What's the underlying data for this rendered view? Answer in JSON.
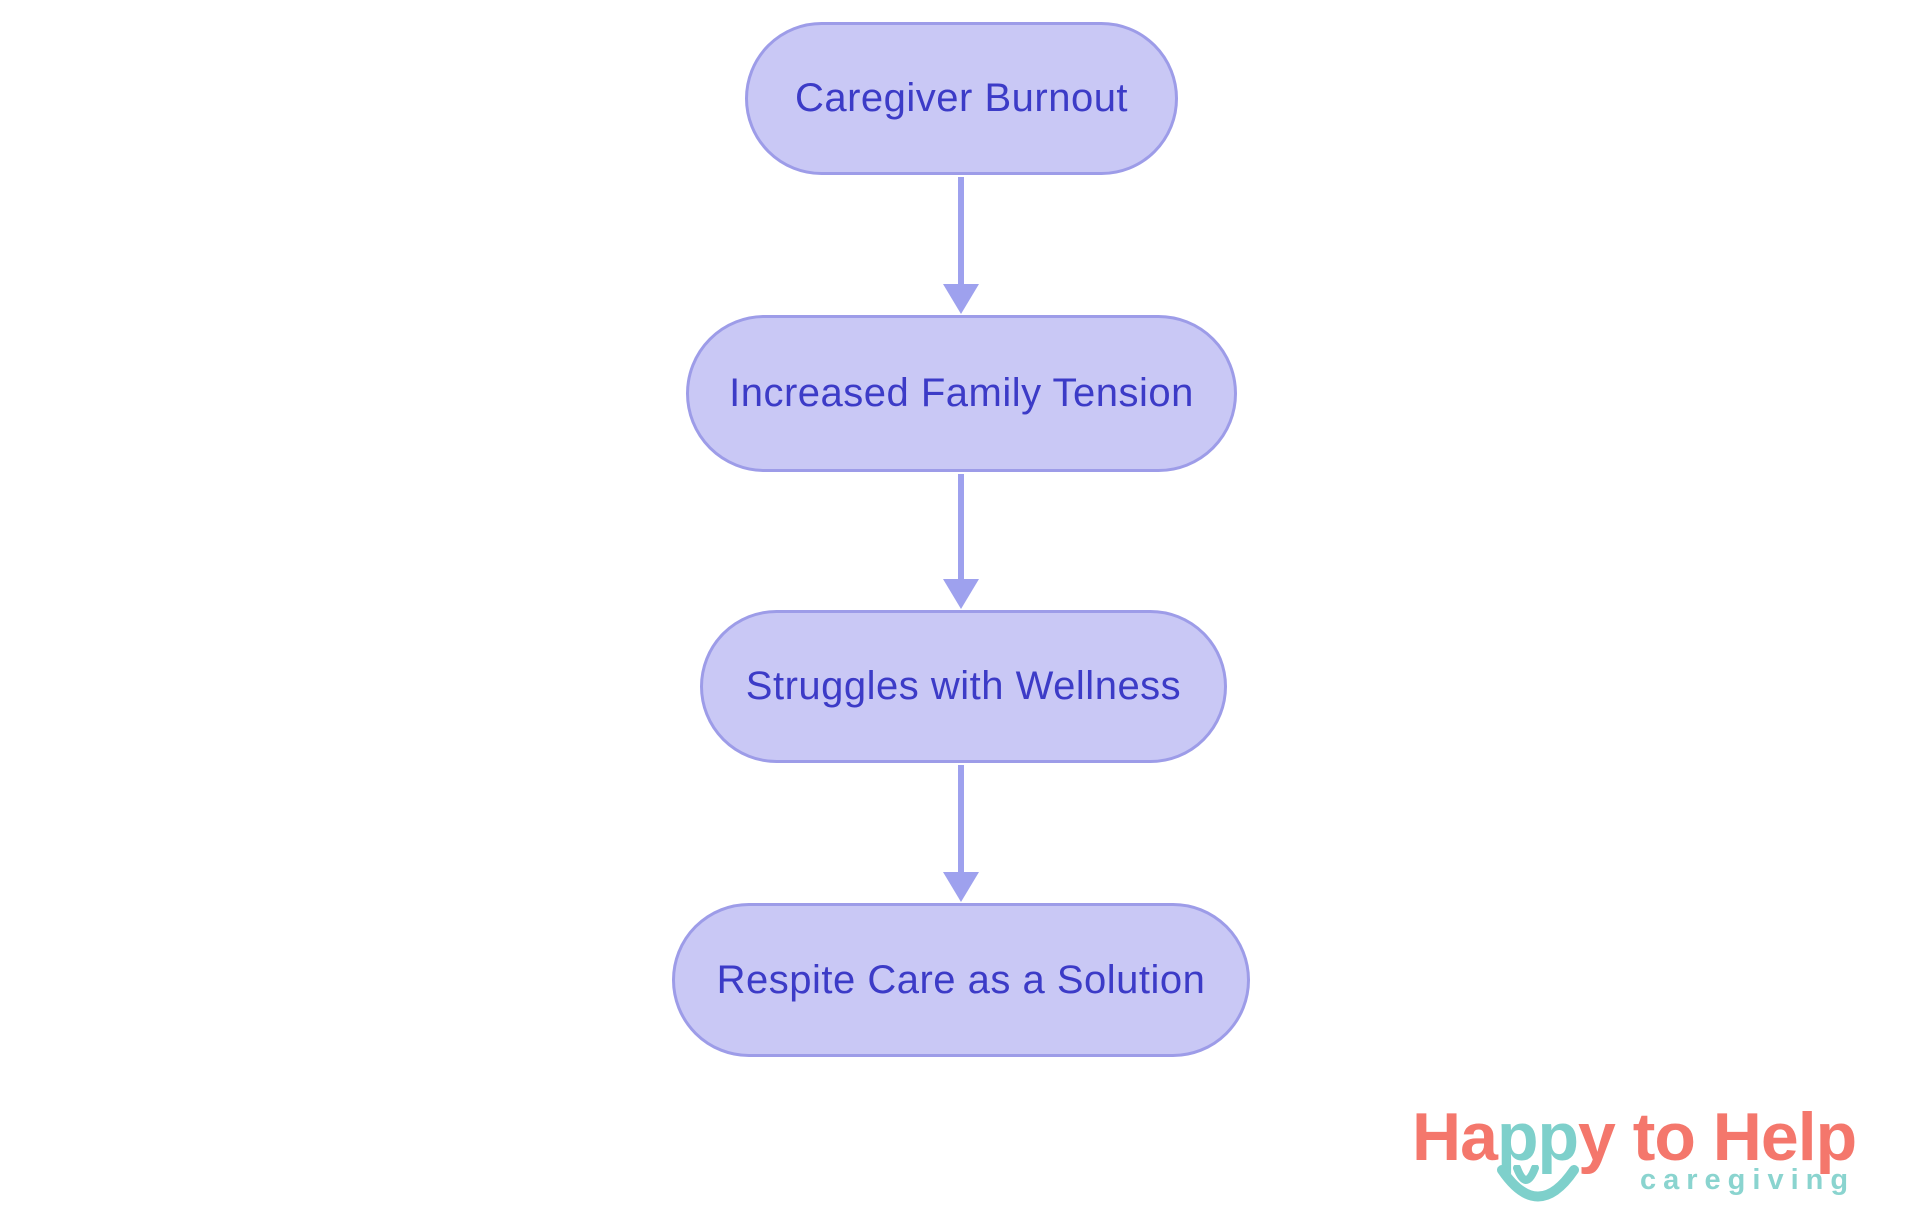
{
  "flowchart": {
    "type": "vertical-flow",
    "nodes": [
      {
        "id": "caregiver-burnout",
        "label": "Caregiver Burnout"
      },
      {
        "id": "increased-family-tension",
        "label": "Increased Family Tension"
      },
      {
        "id": "struggles-with-wellness",
        "label": "Struggles with Wellness"
      },
      {
        "id": "respite-care-solution",
        "label": "Respite Care as a Solution"
      }
    ],
    "edges": [
      {
        "from": "Caregiver Burnout",
        "to": "Increased Family Tension"
      },
      {
        "from": "Increased Family Tension",
        "to": "Struggles with Wellness"
      },
      {
        "from": "Struggles with Wellness",
        "to": "Respite Care as a Solution"
      }
    ],
    "colors": {
      "node_fill": "#C9C8F5",
      "node_border": "#9D9CE8",
      "node_text": "#3C3BC7",
      "arrow": "#9EA1EE",
      "background": "#FFFFFF"
    }
  },
  "logo": {
    "brand": {
      "part1": "Ha",
      "part2": "pp",
      "part3": "y to Help"
    },
    "tagline": "caregiving",
    "icons": {
      "smile": "smile-icon"
    },
    "colors": {
      "coral": "#F4776C",
      "teal": "#7ED0CB",
      "tagline_teal": "#8AD4CF"
    }
  }
}
